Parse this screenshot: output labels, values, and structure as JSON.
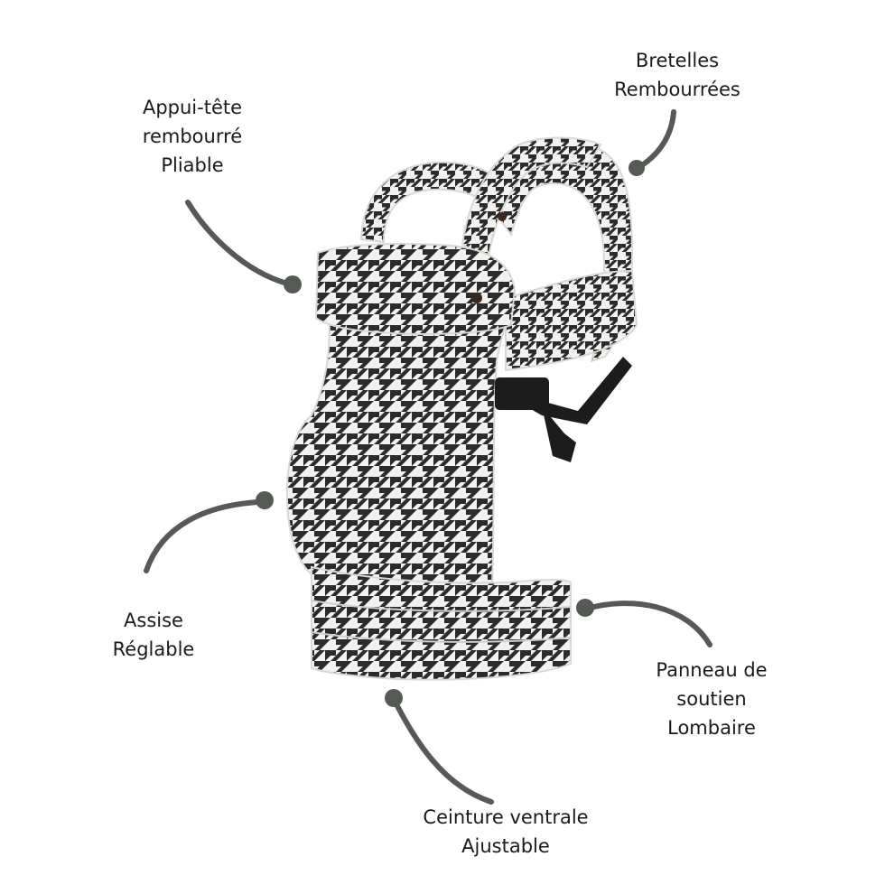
{
  "colors": {
    "leader_line": "#555a55",
    "pattern_dark": "#2b2b2b",
    "pattern_light": "#f2f2f0",
    "buckle": "#1c1c1c",
    "text": "#1a1a1a"
  },
  "product": {
    "icon": "baby-carrier-image"
  },
  "labels": {
    "headrest": {
      "lines": [
        "Appui-tête",
        "rembourré",
        "Pliable"
      ]
    },
    "straps": {
      "lines": [
        "Bretelles",
        "Rembourrées"
      ]
    },
    "seat": {
      "lines": [
        "Assise",
        "Réglable"
      ]
    },
    "lumbar": {
      "lines": [
        "Panneau de",
        "soutien",
        "Lombaire"
      ]
    },
    "belt": {
      "lines": [
        "Ceinture ventrale",
        "Ajustable"
      ]
    }
  }
}
